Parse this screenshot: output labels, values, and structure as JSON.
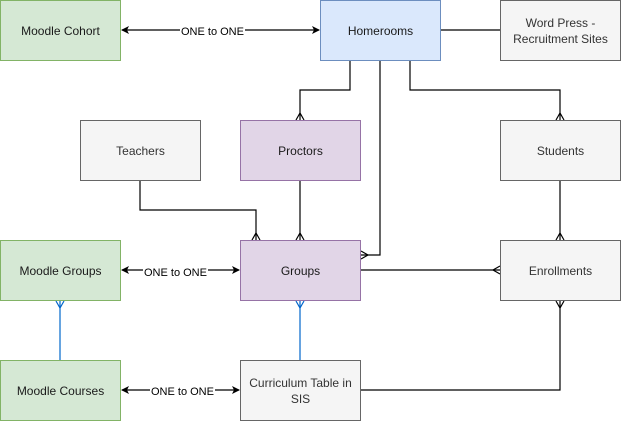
{
  "entities": {
    "moodle_cohort": "Moodle Cohort",
    "homerooms": "Homerooms",
    "wordpress": "Word Press - Recruitment Sites",
    "teachers": "Teachers",
    "proctors": "Proctors",
    "students": "Students",
    "moodle_groups": "Moodle Groups",
    "groups": "Groups",
    "enrollments": "Enrollments",
    "moodle_courses": "Moodle Courses",
    "curriculum": "Curriculum Table in SIS"
  },
  "relationships": {
    "cohort_homerooms": "ONE to ONE",
    "mgroups_groups": "ONE to ONE",
    "mcourses_curriculum": "ONE to ONE"
  },
  "colors": {
    "line": "#000000",
    "blue_line": "#0066cc"
  }
}
